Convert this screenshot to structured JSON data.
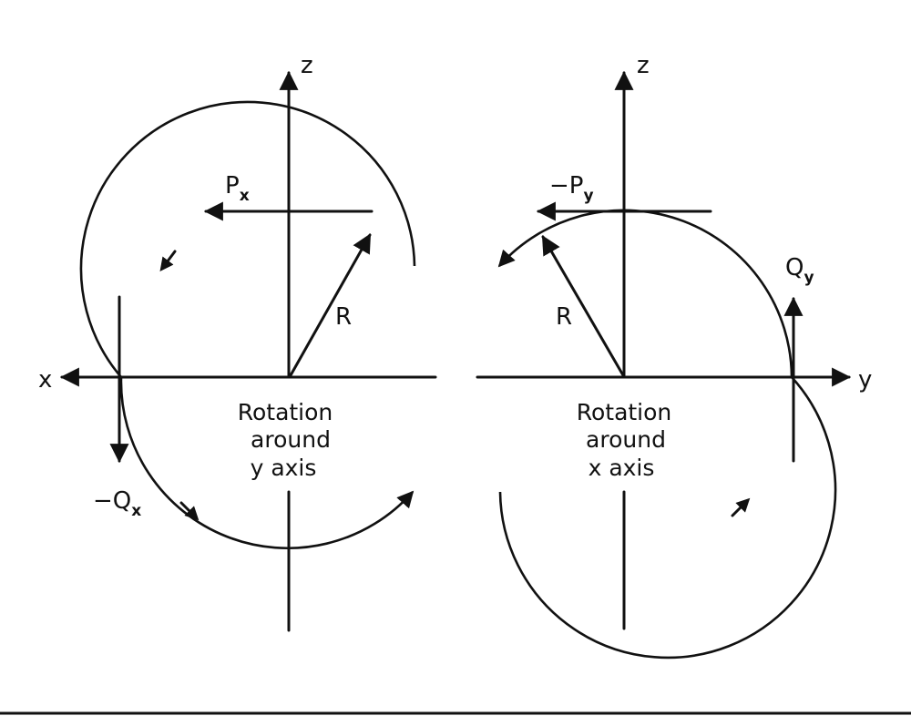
{
  "left_panel": {
    "axis_z": "z",
    "axis_x": "x",
    "force_p": {
      "base": "P",
      "sub": "x"
    },
    "force_q": {
      "base": "−Q",
      "sub": "x"
    },
    "radius": "R",
    "caption": [
      "Rotation",
      "around",
      "y axis"
    ]
  },
  "right_panel": {
    "axis_z": "z",
    "axis_y": "y",
    "force_p": {
      "base": "−P",
      "sub": "y"
    },
    "force_q": {
      "base": "Q",
      "sub": "y"
    },
    "radius": "R",
    "caption": [
      "Rotation",
      "around",
      "x axis"
    ]
  }
}
